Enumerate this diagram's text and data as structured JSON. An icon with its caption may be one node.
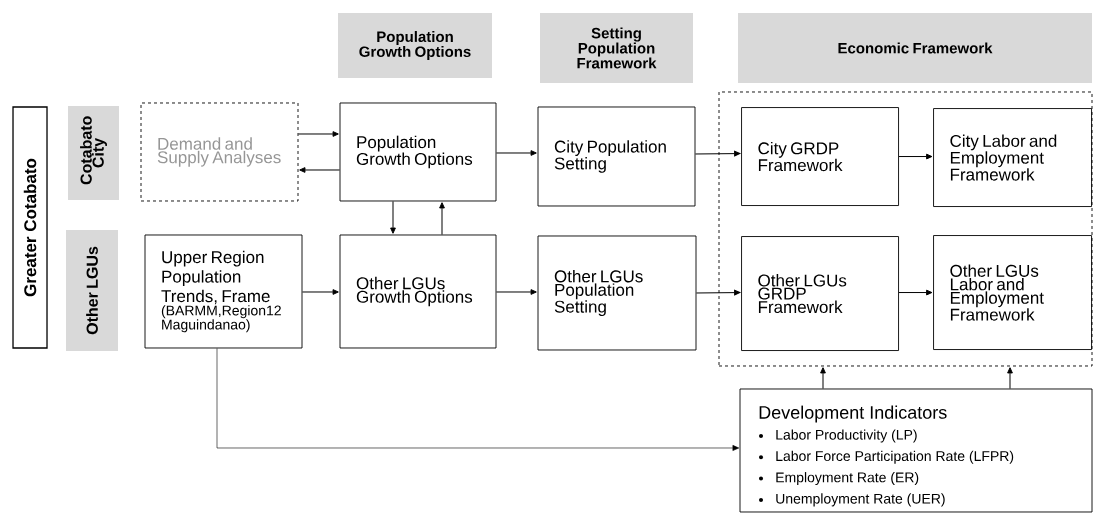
{
  "diagram": {
    "nodes": [
      {
        "text": [
          "Greater Cotabato"
        ]
      },
      {
        "text": [
          "Cotabato City"
        ]
      },
      {
        "text": [
          "Other LGUs"
        ]
      },
      {
        "text": [
          "Population Growth Options"
        ]
      },
      {
        "text": [
          "Setting Population Framework"
        ]
      },
      {
        "text": [
          "Economic Framework"
        ]
      },
      {
        "text": [
          "Demand and Supply Analyses"
        ]
      },
      {
        "text": [
          "Population Growth Options"
        ]
      },
      {
        "text": [
          "City Population Setting"
        ]
      },
      {
        "text": [],
        "shape": "box"
      },
      {
        "text": [
          "City GRDP Framework"
        ],
        "in": 9
      },
      {
        "text": [
          "City Labor and Employment Framework"
        ],
        "in": 9
      },
      {
        "text": [
          "Upper Region Population Trends, Frame",
          "(BARMM,Region12 Maguindanao)"
        ]
      },
      {
        "text": [
          "Other LGUs Growth Options"
        ]
      },
      {
        "text": [
          "Other LGUs Population Setting"
        ]
      },
      {
        "text": [
          "Other LGUs GRDP Framework"
        ],
        "in": 9
      },
      {
        "text": [
          "Other LGUs Labor and Employment Framework"
        ],
        "in": 9
      },
      {
        "text": [
          "Development Indicators",
          "Labor Productivity (LP)",
          "Labor Force Participation Rate (LFPR)",
          "Employment Rate (ER)",
          "Unemployment Rate (UER)"
        ]
      }
    ],
    "edges": [
      {
        "from": 6,
        "to": 7,
        "arrow": "to"
      },
      {
        "from": 7,
        "to": 6,
        "arrow": "to"
      },
      {
        "from": 7,
        "to": 8,
        "arrow": "to"
      },
      {
        "from": 8,
        "to": 10,
        "arrow": "to"
      },
      {
        "from": 10,
        "to": 11,
        "arrow": "to"
      },
      {
        "from": 7,
        "to": 13,
        "arrow": "to"
      },
      {
        "from": 13,
        "to": 7,
        "arrow": "to"
      },
      {
        "from": 12,
        "to": 13,
        "arrow": "to"
      },
      {
        "from": 13,
        "to": 14,
        "arrow": "to"
      },
      {
        "from": 14,
        "to": 15,
        "arrow": "to"
      },
      {
        "from": 15,
        "to": 16,
        "arrow": "to"
      },
      {
        "from": 12,
        "to": 17,
        "arrow": "to"
      },
      {
        "from": 17,
        "to": 9,
        "arrow": "to"
      },
      {
        "from": 17,
        "to": 9,
        "arrow": "to"
      }
    ]
  }
}
